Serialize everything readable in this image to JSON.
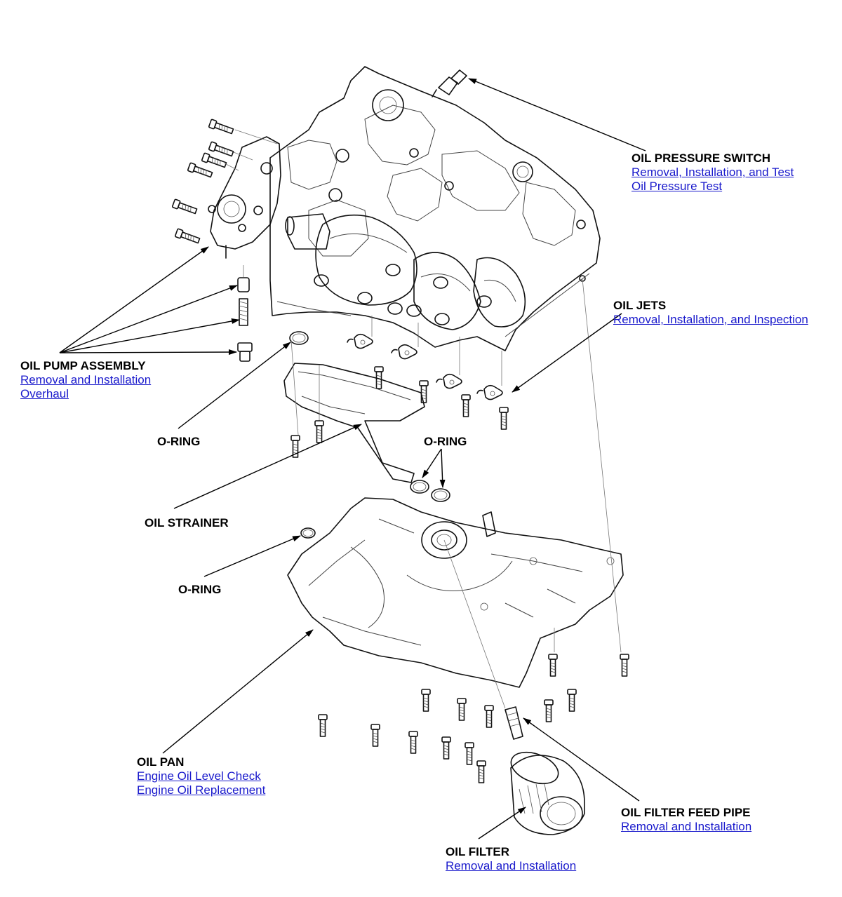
{
  "callouts": {
    "oil_pressure_switch": {
      "title": "OIL PRESSURE SWITCH",
      "links": [
        "Removal, Installation, and Test",
        "Oil Pressure Test"
      ]
    },
    "oil_jets": {
      "title": "OIL JETS",
      "links": [
        "Removal, Installation, and Inspection"
      ]
    },
    "oil_pump_assembly": {
      "title": "OIL PUMP ASSEMBLY",
      "links": [
        "Removal and Installation",
        "Overhaul"
      ]
    },
    "o_ring_1": {
      "title": "O-RING"
    },
    "o_ring_2": {
      "title": "O-RING"
    },
    "o_ring_3": {
      "title": "O-RING"
    },
    "oil_strainer": {
      "title": "OIL STRAINER"
    },
    "oil_pan": {
      "title": "OIL PAN",
      "links": [
        "Engine Oil Level Check",
        "Engine Oil Replacement"
      ]
    },
    "oil_filter_feed_pipe": {
      "title": "OIL FILTER FEED PIPE",
      "links": [
        "Removal and Installation"
      ]
    },
    "oil_filter": {
      "title": "OIL FILTER",
      "links": [
        "Removal and Installation"
      ]
    }
  },
  "colors": {
    "link": "#1a1acc",
    "text": "#000000",
    "background": "#ffffff"
  }
}
